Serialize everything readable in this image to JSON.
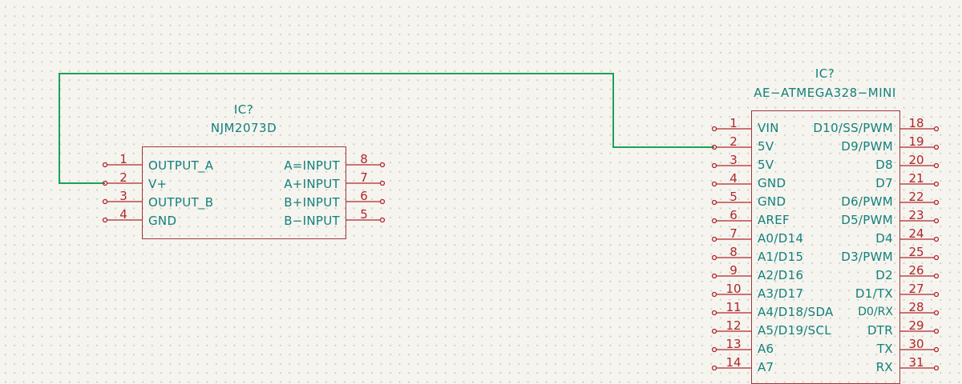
{
  "components": [
    {
      "ref": "IC?",
      "value": "NJM2073D",
      "left_pins": [
        {
          "num": "1",
          "name": "OUTPUT_A"
        },
        {
          "num": "2",
          "name": "V+"
        },
        {
          "num": "3",
          "name": "OUTPUT_B"
        },
        {
          "num": "4",
          "name": "GND"
        }
      ],
      "right_pins": [
        {
          "num": "8",
          "name": "A=INPUT"
        },
        {
          "num": "7",
          "name": "A+INPUT"
        },
        {
          "num": "6",
          "name": "B+INPUT"
        },
        {
          "num": "5",
          "name": "B−INPUT"
        }
      ]
    },
    {
      "ref": "IC?",
      "value": "AE−ATMEGA328−MINI",
      "left_pins": [
        {
          "num": "1",
          "name": "VIN"
        },
        {
          "num": "2",
          "name": "5V"
        },
        {
          "num": "3",
          "name": "5V"
        },
        {
          "num": "4",
          "name": "GND"
        },
        {
          "num": "5",
          "name": "GND"
        },
        {
          "num": "6",
          "name": "AREF"
        },
        {
          "num": "7",
          "name": "A0/D14"
        },
        {
          "num": "8",
          "name": "A1/D15"
        },
        {
          "num": "9",
          "name": "A2/D16"
        },
        {
          "num": "10",
          "name": "A3/D17"
        },
        {
          "num": "11",
          "name": "A4/D18/SDA"
        },
        {
          "num": "12",
          "name": "A5/D19/SCL"
        },
        {
          "num": "13",
          "name": "A6"
        },
        {
          "num": "14",
          "name": "A7"
        }
      ],
      "right_pins": [
        {
          "num": "18",
          "name": "D10/SS/PWM"
        },
        {
          "num": "19",
          "name": "D9/PWM"
        },
        {
          "num": "20",
          "name": "D8"
        },
        {
          "num": "21",
          "name": "D7"
        },
        {
          "num": "22",
          "name": "D6/PWM"
        },
        {
          "num": "23",
          "name": "D5/PWM"
        },
        {
          "num": "24",
          "name": "D4"
        },
        {
          "num": "25",
          "name": "D3/PWM"
        },
        {
          "num": "26",
          "name": "D2"
        },
        {
          "num": "27",
          "name": "D1/TX"
        },
        {
          "num": "28",
          "name": "D0/RX"
        },
        {
          "num": "29",
          "name": "DTR"
        },
        {
          "num": "30",
          "name": "TX"
        },
        {
          "num": "31",
          "name": "RX"
        }
      ]
    }
  ],
  "colors": {
    "background": "#f5f4ef",
    "grid_dot": "#c9c7c0",
    "wire": "#1aa25c",
    "pin": "#b0262b",
    "body": "#a2353a",
    "text": "#15807a"
  }
}
